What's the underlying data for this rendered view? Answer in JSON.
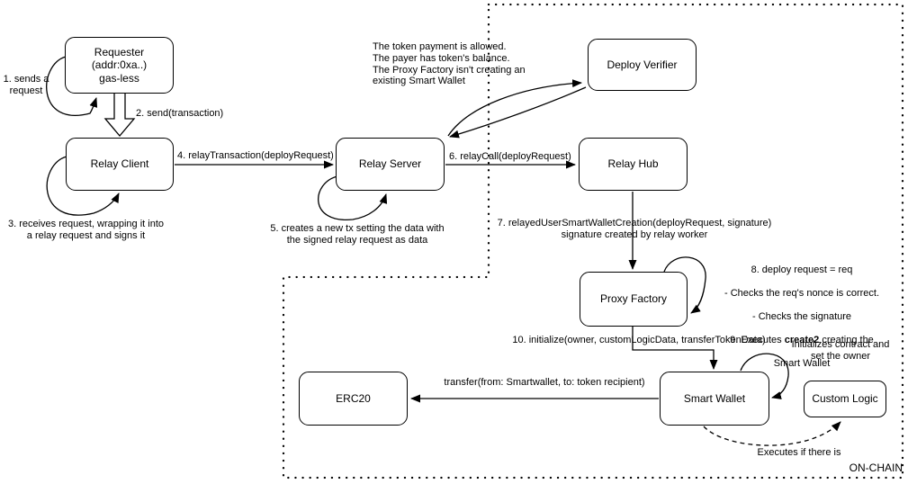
{
  "diagram": {
    "title_region": "ON-CHAIN",
    "boxes": {
      "requester": {
        "label": "Requester\n(addr:0xa..)\ngas-less"
      },
      "relay_client": {
        "label": "Relay Client"
      },
      "relay_server": {
        "label": "Relay Server"
      },
      "deploy_verifier": {
        "label": "Deploy Verifier"
      },
      "relay_hub": {
        "label": "Relay Hub"
      },
      "proxy_factory": {
        "label": "Proxy Factory"
      },
      "smart_wallet": {
        "label": "Smart Wallet"
      },
      "erc20": {
        "label": "ERC20"
      },
      "custom_logic": {
        "label": "Custom Logic"
      }
    },
    "labels": {
      "step1": "1. sends a\nrequest",
      "step2": "2. send(transaction)",
      "step3": "3. receives request, wrapping it into\na relay request and signs it",
      "step4": "4. relayTransaction(deployRequest)",
      "step5": "5. creates a new tx setting the data with\nthe signed relay request as data",
      "step6": "6. relayCall(deployRequest)",
      "verifier_note": "The token payment is allowed.\nThe payer has token's balance.\nThe Proxy Factory isn't creating an\nexisting Smart Wallet",
      "step7": "7. relayedUserSmartWalletCreation(deployRequest, signature)\nsignature created by relay worker",
      "step8_line1": "8. deploy request = req",
      "step8_line2": "- Checks the req's nonce is correct.",
      "step8_line3": "- Checks the signature",
      "step9_pre": "9. Executes ",
      "step9_bold": "create2",
      "step9_post": " creating the",
      "step9_line2": "Smart Wallet",
      "step10": "10. initialize(owner, customLogicData, transferTokenData)",
      "init_note": "Initializes contract and\nset the owner",
      "transfer": "transfer(from: Smartwallet, to: token recipient)",
      "executes_note": "Executes if there is",
      "onchain": "ON-CHAIN"
    },
    "colors": {
      "stroke": "#000000",
      "background": "#ffffff"
    }
  }
}
